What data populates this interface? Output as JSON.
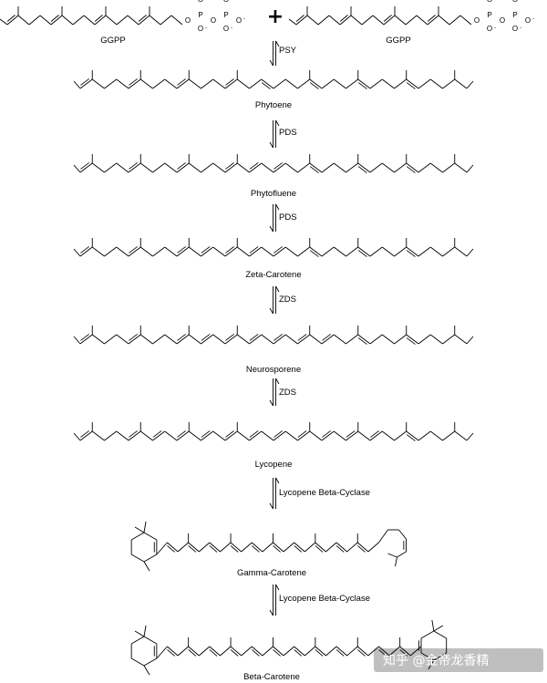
{
  "reactants": {
    "left": "GGPP",
    "right": "GGPP",
    "plus": "+"
  },
  "atoms": {
    "oxygen": "O",
    "phosphorus": "P",
    "charge": "-"
  },
  "steps": [
    {
      "enzyme": "PSY",
      "product": "Phytoene"
    },
    {
      "enzyme": "PDS",
      "product": "Phytofluene"
    },
    {
      "enzyme": "PDS",
      "product": "Zeta-Carotene"
    },
    {
      "enzyme": "ZDS",
      "product": "Neurosporene"
    },
    {
      "enzyme": "ZDS",
      "product": "Lycopene"
    },
    {
      "enzyme": "Lycopene Beta-Cyclase",
      "product": "Gamma-Carotene"
    },
    {
      "enzyme": "Lycopene Beta-Cyclase",
      "product": "Beta-Carotene"
    }
  ],
  "molecules": {
    "phytoene": {
      "double_bonds": [
        0,
        4,
        8,
        12,
        15,
        19,
        23,
        27
      ]
    },
    "phytofluene": {
      "double_bonds": [
        0,
        4,
        8,
        12,
        14,
        16,
        19,
        23,
        27
      ]
    },
    "zeta_carotene": {
      "double_bonds": [
        0,
        4,
        8,
        10,
        12,
        14,
        16,
        19,
        23,
        27
      ]
    },
    "neurosporene": {
      "double_bonds": [
        0,
        4,
        8,
        10,
        12,
        14,
        16,
        18,
        20,
        23,
        27
      ]
    },
    "lycopene": {
      "double_bonds": [
        0,
        4,
        6,
        8,
        10,
        12,
        14,
        16,
        18,
        20,
        22,
        24,
        27
      ]
    }
  },
  "watermark": "知乎 @金帝龙香精"
}
